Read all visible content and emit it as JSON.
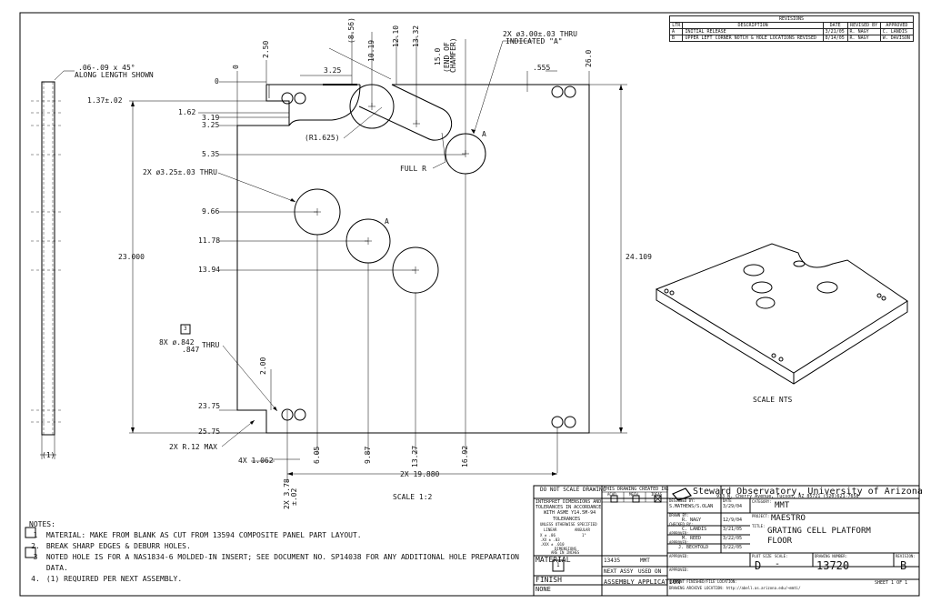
{
  "revisions": {
    "title": "REVISIONS",
    "headers": [
      "LTR",
      "DESCRIPTION",
      "DATE",
      "REVISED BY",
      "APPROVED"
    ],
    "rows": [
      [
        "A",
        "INITIAL RELEASE",
        "3/21/05",
        "R. NAGY",
        "C. LANDIS"
      ],
      [
        "B",
        "UPPER LEFT CORNER NOTCH & HOLE LOCATIONS REVISED",
        "8/14/05",
        "R. NAGY",
        "W. DAVISON"
      ]
    ]
  },
  "dims": {
    "top_0": "0",
    "top_250": "2.50",
    "top_856": "(8.56)",
    "top_1019": "10.19",
    "top_1210": "12.10",
    "top_1332": "13.32",
    "top_150": "15.0",
    "end_chamfer": "(END OF CHAMFER)",
    "top_260": "26.0",
    "dim_325": "3.25",
    "dim_555": ".555",
    "left_0": "0",
    "left_137": "1.37±.02",
    "left_162": "1.62",
    "left_319": "3.19",
    "left_325": "3.25",
    "left_535": "5.35",
    "left_966": "9.66",
    "left_1178": "11.78",
    "left_1394": "13.94",
    "left_2375": "23.75",
    "left_2575": "25.75",
    "height_23": "23.000",
    "height_24": "24.109",
    "bot_605": "6.05",
    "bot_987": "9.87",
    "bot_1327": "13.27",
    "bot_1692": "16.92",
    "bot_19880": "2X 19.880",
    "bot_4x": "4X 1.062",
    "bot_2x": "2X 3.78",
    "bot_02": "±.02",
    "v_200": "2.00",
    "edge_1": "(1)",
    "r1625": "(R1.625)",
    "full_r": "FULL R",
    "chamfer_note_1": ".06-.09 x 45°",
    "chamfer_note_2": "ALONG LENGTH SHOWN",
    "holes_300_1": "2X ø3.00±.03 THRU",
    "holes_300_2": "INDICATED \"A\"",
    "holes_325": "2X ø3.25±.03 THRU",
    "holes_8x_1": "8X ø.842",
    "holes_8x_2": ".847",
    "holes_8x_thru": "THRU",
    "note_ref": "3",
    "r12": "2X R.12 MAX",
    "a_label_1": "A",
    "a_label_2": "A",
    "scale": "SCALE 1:2",
    "scale_nts": "SCALE NTS"
  },
  "notes": {
    "title": "NOTES:",
    "items": [
      {
        "num": "1",
        "text": "MATERIAL: MAKE FROM BLANK AS CUT FROM 13594 COMPOSITE PANEL PART LAYOUT."
      },
      {
        "num": "2.",
        "text": "BREAK SHARP EDGES & DEBURR HOLES."
      },
      {
        "num": "3",
        "text": "NOTED HOLE IS FOR A NAS1834-6 MOLDED-IN INSERT; SEE DOCUMENT NO. SP14038 FOR ANY ADDITIONAL HOLE PREPARATION"
      },
      {
        "num": "",
        "text": "DATA."
      },
      {
        "num": "4.",
        "text": "(1) REQUIRED PER NEXT ASSEMBLY."
      }
    ]
  },
  "titleblock": {
    "do_not_scale": "DO NOT SCALE DRAWING",
    "interpret_1": "INTERPRET DIMENSIONS AND",
    "interpret_2": "TOLERANCES IN ACCORDANCE",
    "interpret_3": "WITH ASME Y14.5M-94",
    "tolerances": "TOLERANCES",
    "unless": "UNLESS OTHERWISE SPECIFIED",
    "linear": "LINEAR",
    "angular": "ANGULAR",
    "tol_x": "X   ± .06",
    "tol_xx": ".XX  ± .03",
    "tol_xxx": ".XXX ± .010",
    "tol_ang": "1°",
    "dims_in": "DIMENSIONS",
    "inches": "ARE IN INCHES",
    "material": "MATERIAL",
    "material_ref": "1",
    "finish": "FINISH",
    "finish_val": "NONE",
    "created_in": "THIS DRAWING CREATED IN:",
    "acad": "ACAD",
    "mech": "MECH",
    "ideas": "IDEAS",
    "next_assy_num": "13435",
    "next_assy_proj": "MMT",
    "next_assy": "NEXT ASSY",
    "used_on": "USED ON",
    "application": "ASSEMBLY APPLICATION",
    "org": "Steward Observatory, University of Arizona",
    "address": "933 N. Cherry Avenue, Tucson, AZ 85721  (520)621-7658",
    "designed_by_lbl": "DESIGNED BY:",
    "designed_by": "S.MATHEWS/S.OLAN",
    "date_lbl": "DATE",
    "design_date": "3/29/04",
    "drawn_lbl": "DRAWN BY:",
    "drawn_by": "R. NAGY",
    "drawn_date": "12/9/04",
    "checked_lbl": "CHECKED BY:",
    "checked_by": "C. LANDIS",
    "checked_date": "3/21/05",
    "approved_lbl": "APPROVED:",
    "approved_1": "M. REED",
    "approved_1_date": "3/22/05",
    "approved_2_lbl": "APPROVED:",
    "approved_2": "J. BECHTOLD",
    "approved_2_date": "3/22/05",
    "approved_3_lbl": "APPROVED:",
    "approved_4_lbl": "APPROVED:",
    "category_lbl": "CATEGORY:",
    "category": "MMT",
    "project_lbl": "PROJECT:",
    "project": "MAESTRO",
    "title_lbl": "TITLE:",
    "title_1": "GRATING CELL PLATFORM",
    "title_2": "FLOOR",
    "plot_size_lbl": "PLOT SIZE",
    "plot_size": "D",
    "scale_lbl": "SCALE:",
    "scale_val": "-",
    "drawing_num_lbl": "DRAWING NUMBER:",
    "drawing_num": "13720",
    "revision_lbl": "REVISION:",
    "revision": "B",
    "current_loc": "CURRENT FINISHED/FILE LOCATION:",
    "archive_loc": "DRAWING ARCHIVE LOCATION: http://abell.as.arizona.edu/~mmti/",
    "sheet": "SHEET 1 OF 1"
  }
}
